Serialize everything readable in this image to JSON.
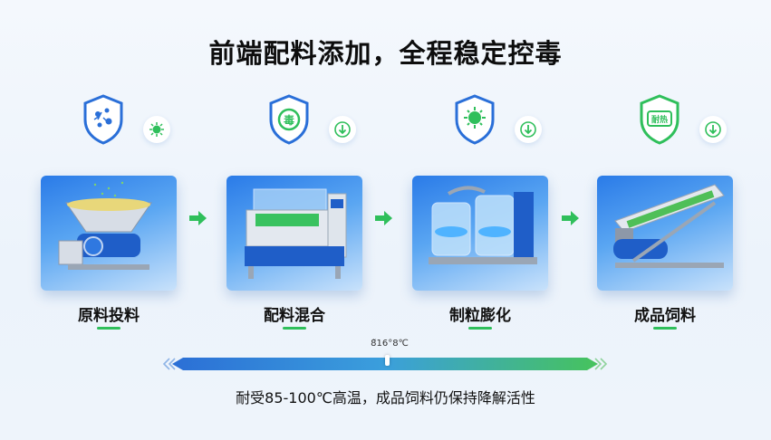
{
  "title": "前端配料添加，全程稳定控毒",
  "steps": [
    {
      "label": "原料投料",
      "badge_icon": "bacteria-shield-icon",
      "sub_icon": "germ-icon"
    },
    {
      "label": "配料混合",
      "badge_icon": "toxin-shield-icon",
      "badge_text": "毒",
      "sub_icon": "down-arrow-icon"
    },
    {
      "label": "制粒膨化",
      "badge_icon": "virus-shield-icon",
      "sub_icon": "down-arrow-icon"
    },
    {
      "label": "成品饲料",
      "badge_icon": "heat-resistant-shield-icon",
      "badge_text": "耐热",
      "sub_icon": "down-arrow-icon"
    }
  ],
  "temperature_bar": {
    "marker_label": "8̃16°8℃"
  },
  "caption": "耐受85-100℃高温，成品饲料仍保持降解活性",
  "colors": {
    "blue": "#2a6fd8",
    "green": "#2fbf5b"
  }
}
